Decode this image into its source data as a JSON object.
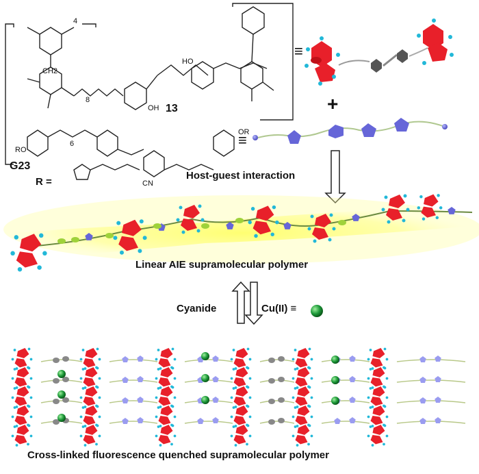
{
  "labels": {
    "compound_13": "13",
    "compound_g23": "G23",
    "r_group": "R =",
    "cn": "CN",
    "ro": "RO",
    "or": "OR",
    "ho": "HO",
    "oh": "OH",
    "ch2": "CH2",
    "sub4": "4",
    "sub8": "8",
    "sub6": "6",
    "host_guest": "Host-guest interaction",
    "linear": "Linear AIE supramolecular polymer",
    "cyanide": "Cyanide",
    "cu": "Cu(II) ≡",
    "crosslinked": "Cross-linked fluorescence quenched supramolecular polymer",
    "equiv": "≡",
    "plus": "+"
  },
  "colors": {
    "red": "#e8202a",
    "cyan": "#22b8d8",
    "blue": "#6666d8",
    "lightblue": "#9a9cf0",
    "gray": "#707070",
    "green": "#1e9a3a",
    "yellow": "#ffff66",
    "bond": "#222222"
  }
}
